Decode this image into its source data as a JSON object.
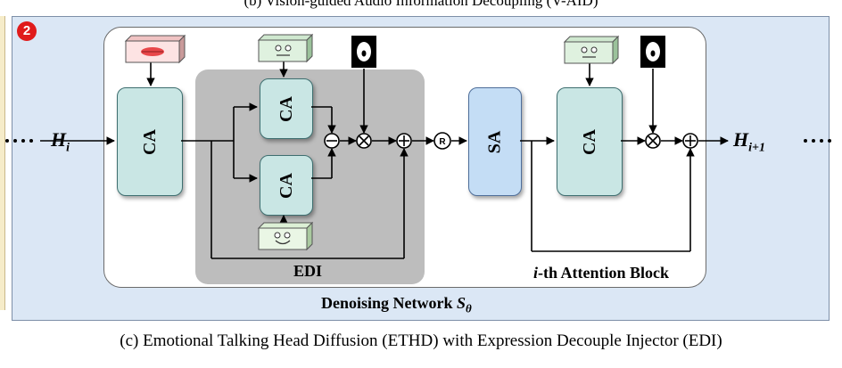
{
  "top_caption": "(b) Vision-guided Audio Information Decoupling (V-AID)",
  "badge": "2",
  "blocks": {
    "ca_main": "CA",
    "ca_edi_top": "CA",
    "ca_edi_bottom": "CA",
    "sa": "SA",
    "ca_attn": "CA"
  },
  "operators": {
    "subtract": "⊖",
    "multiply": "⊗",
    "add": "⊕",
    "repeat": "R"
  },
  "labels": {
    "input": "H",
    "input_sub": "i",
    "output": "H",
    "output_sub": "i+1",
    "edi": "EDI",
    "attention_block_italic": "i",
    "attention_block": "-th Attention Block",
    "network": "Denoising Network ",
    "network_symbol": "S",
    "network_sub": "θ"
  },
  "icons": [
    "lips-icon",
    "neutral-face-icon",
    "face-mask-icon",
    "happy-face-icon",
    "face-mask-icon"
  ],
  "colors": {
    "panel_bg": "#dbe7f5",
    "edi_bg": "#bdbdbd",
    "ca_fill": "#c9e6e4",
    "sa_fill": "#c4ddf5",
    "badge": "#e01b1b"
  },
  "bottom_caption": "(c) Emotional Talking Head Diffusion (ETHD) with Expression Decouple Injector (EDI)"
}
